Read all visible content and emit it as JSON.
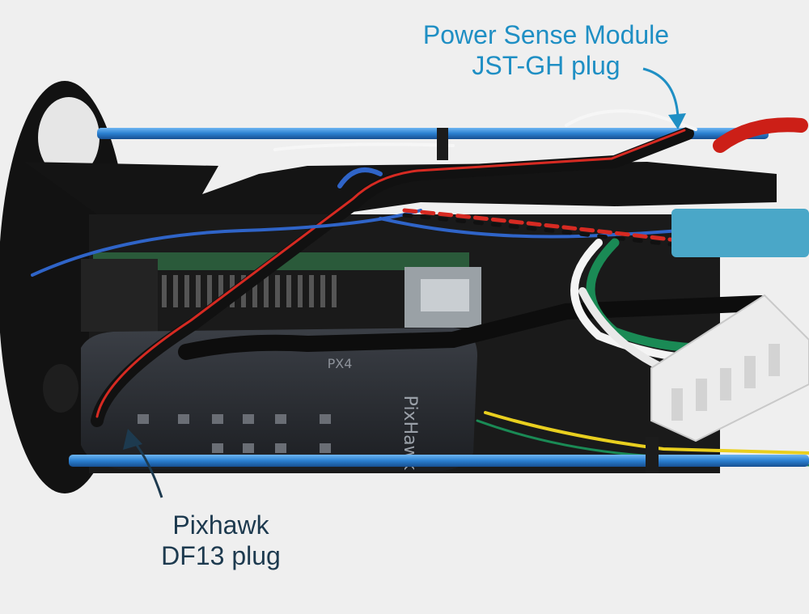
{
  "callouts": {
    "power_sense": {
      "line1": "Power Sense Module",
      "line2": "JST-GH plug",
      "color": "#1f8fc4"
    },
    "pixhawk": {
      "line1": "Pixhawk",
      "line2": "DF13 plug",
      "color": "#1d3a4f"
    }
  },
  "device_print": {
    "brand_mark": "PixHawk",
    "small_mark": "PX4"
  },
  "colors": {
    "background": "#f2f2f2",
    "rail_blue": "#2a7fd0",
    "flange_black": "#111111",
    "wire_red": "#d62a22",
    "wire_blue": "#2f64c8",
    "wire_green": "#1a8a55"
  }
}
